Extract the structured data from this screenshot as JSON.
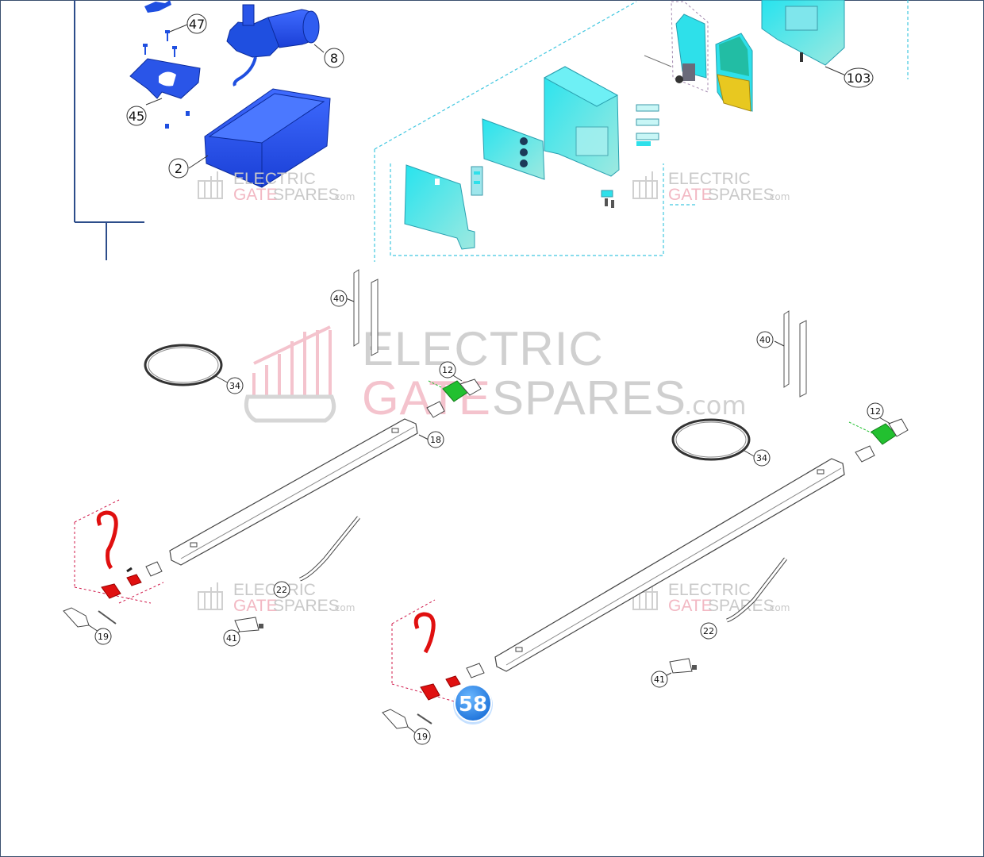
{
  "diagram": {
    "part_labels": {
      "p47": "47",
      "p8": "8",
      "p45": "45",
      "p2": "2",
      "p103": "103",
      "p40a": "40",
      "p40b": "40",
      "p34a": "34",
      "p34b": "34",
      "p12a": "12",
      "p12b": "12",
      "p18": "18",
      "p22a": "22",
      "p22b": "22",
      "p19a": "19",
      "p19b": "19",
      "p41a": "41",
      "p41b": "41"
    },
    "watermark": {
      "line1": "ELECTRIC",
      "line2a": "GATE",
      "line2b": "SPARES",
      "suffix": ".com"
    },
    "badge": "58",
    "colors": {
      "blue_parts": "#1f4fe0",
      "cyan_parts": "#2ee0ea",
      "red_parts": "#e01010",
      "green_parts": "#22c030",
      "yellow_board": "#e8c820",
      "frame_line": "#2d4d8a",
      "dashed_cyan": "#41c7e0",
      "dashed_red": "#d0184a",
      "badge": "#1f7fe0"
    }
  }
}
